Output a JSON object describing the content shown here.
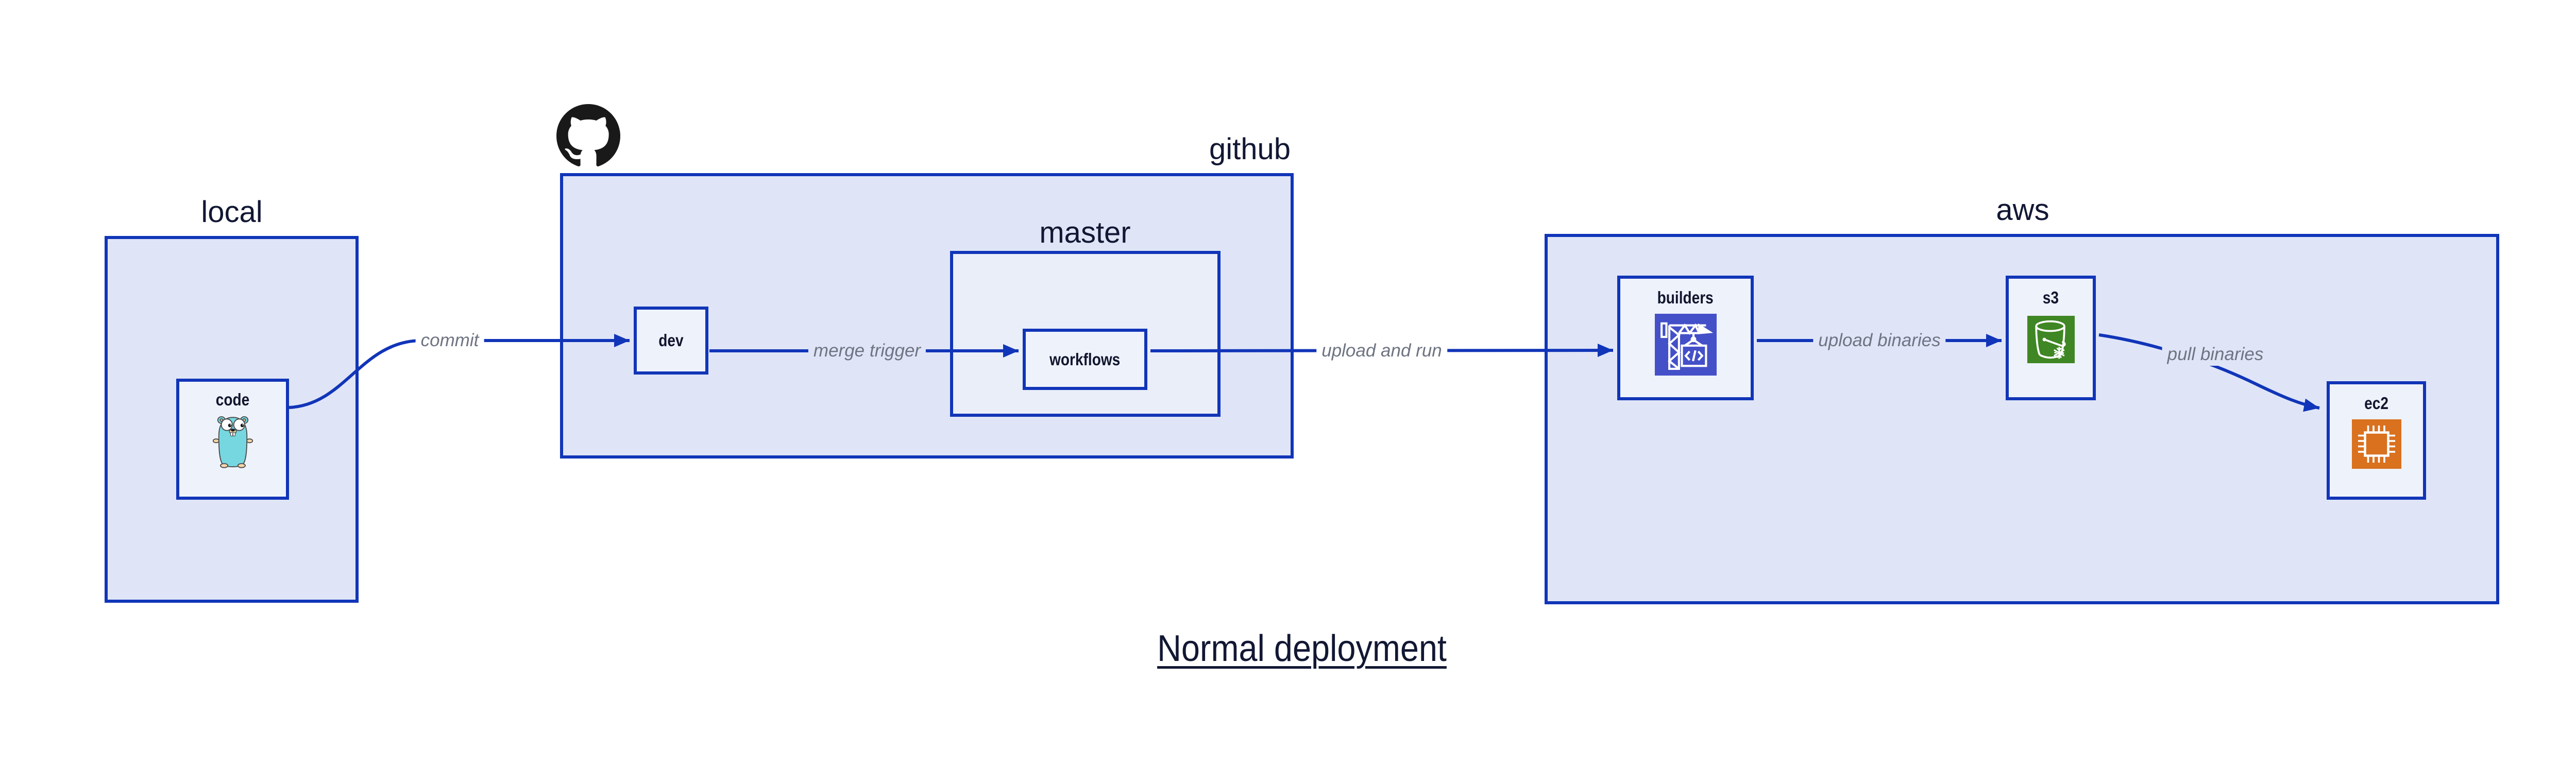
{
  "title": {
    "text": "Normal deployment"
  },
  "groups": {
    "local": {
      "label": "local"
    },
    "github": {
      "label": "github"
    },
    "master": {
      "label": "master"
    },
    "aws": {
      "label": "aws"
    }
  },
  "nodes": {
    "code": {
      "label": "code",
      "icon": "go-gopher-icon"
    },
    "dev": {
      "label": "dev"
    },
    "workflows": {
      "label": "workflows"
    },
    "builders": {
      "label": "builders",
      "icon": "codebuild-crane-icon"
    },
    "s3": {
      "label": "s3",
      "icon": "s3-bucket-icon"
    },
    "ec2": {
      "label": "ec2",
      "icon": "ec2-chip-icon"
    }
  },
  "edges": {
    "commit": {
      "label": "commit"
    },
    "merge_trigger": {
      "label": "merge trigger"
    },
    "upload_and_run": {
      "label": "upload and run"
    },
    "upload_binaries": {
      "label": "upload binaries"
    },
    "pull_binaries": {
      "label": "pull binaries"
    }
  },
  "logos": {
    "github_mark": "octocat-icon"
  },
  "colors": {
    "stroke_blue": "#1135b8",
    "group_fill": "#dfe5f7",
    "master_fill": "#e9eef9",
    "node_fill": "#eef2fb",
    "label_dark": "#11162e",
    "edge_label_gray": "#6f7482",
    "codebuild_bg": "#4450c8",
    "s3_bg": "#3f8624",
    "ec2_bg": "#d9711f",
    "gopher_teal": "#76d7e0",
    "octocat_black": "#191919"
  }
}
